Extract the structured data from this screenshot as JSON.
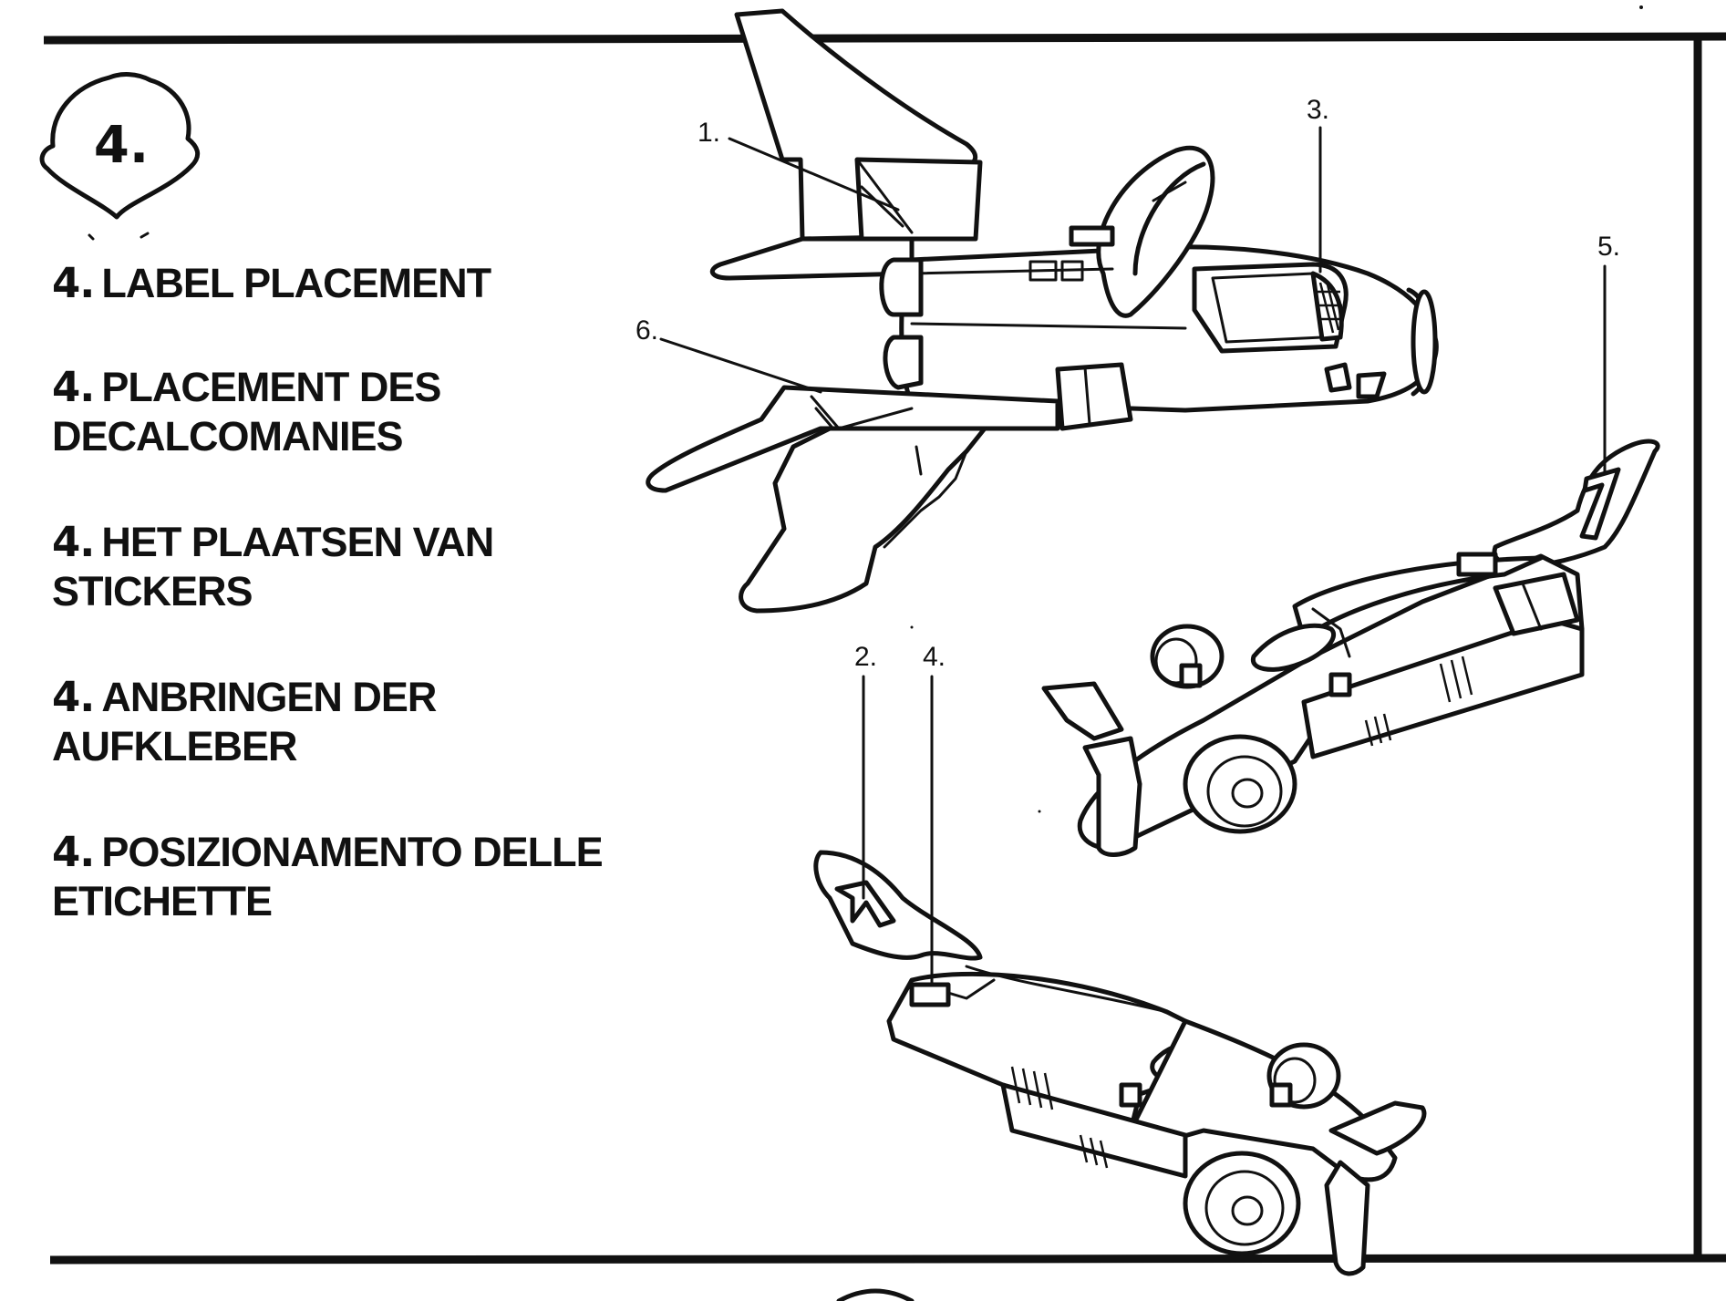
{
  "step": {
    "number": "4."
  },
  "instructions": [
    {
      "number": "4.",
      "lines": [
        "LABEL PLACEMENT"
      ]
    },
    {
      "number": "4.",
      "lines": [
        "PLACEMENT DES",
        "DECALCOMANIES"
      ]
    },
    {
      "number": "4.",
      "lines": [
        "HET PLAATSEN VAN",
        "STICKERS"
      ]
    },
    {
      "number": "4.",
      "lines": [
        "ANBRINGEN DER",
        "AUFKLEBER"
      ]
    },
    {
      "number": "4.",
      "lines": [
        "POSIZIONAMENTO DELLE",
        "ETICHETTE"
      ]
    }
  ],
  "callouts": {
    "c1": "1.",
    "c2": "2.",
    "c3": "3.",
    "c4": "4.",
    "c5": "5.",
    "c6": "6."
  },
  "colors": {
    "ink": "#111111",
    "paper": "#ffffff"
  }
}
